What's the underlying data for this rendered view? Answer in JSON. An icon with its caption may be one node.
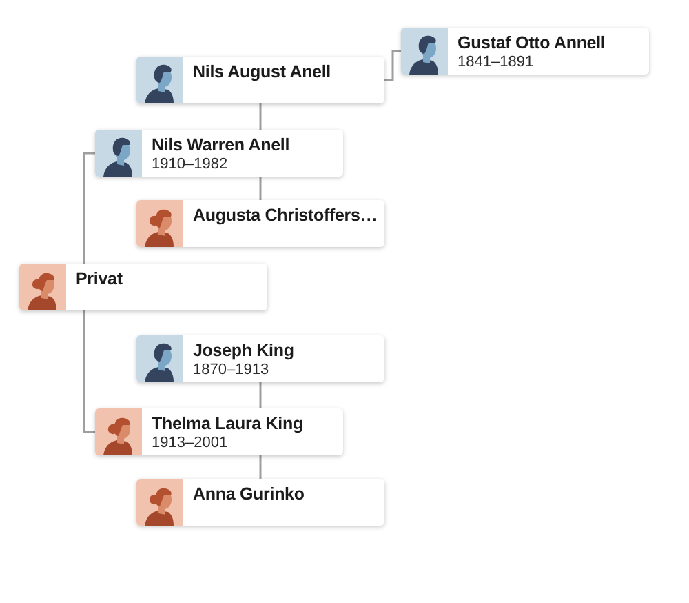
{
  "diagram": {
    "nodes": [
      {
        "text": [
          "Gustaf Otto Annell",
          "1841–1891"
        ]
      },
      {
        "text": [
          "Nils August Anell"
        ]
      },
      {
        "text": [
          "Nils Warren Anell",
          "1910–1982"
        ]
      },
      {
        "text": [
          "Augusta Christoffers…"
        ]
      },
      {
        "text": [
          "Privat"
        ]
      },
      {
        "text": [
          "Joseph King",
          "1870–1913"
        ]
      },
      {
        "text": [
          "Thelma Laura King",
          "1913–2001"
        ]
      },
      {
        "text": [
          "Anna Gurinko"
        ]
      }
    ],
    "edges": [
      {
        "from": 4,
        "to": 2,
        "arrow": "none"
      },
      {
        "from": 4,
        "to": 6,
        "arrow": "none"
      },
      {
        "from": 2,
        "to": 1,
        "arrow": "none"
      },
      {
        "from": 2,
        "to": 3,
        "arrow": "none"
      },
      {
        "from": 1,
        "to": 0,
        "arrow": "none"
      },
      {
        "from": 6,
        "to": 5,
        "arrow": "none"
      },
      {
        "from": 6,
        "to": 7,
        "arrow": "none"
      }
    ]
  }
}
